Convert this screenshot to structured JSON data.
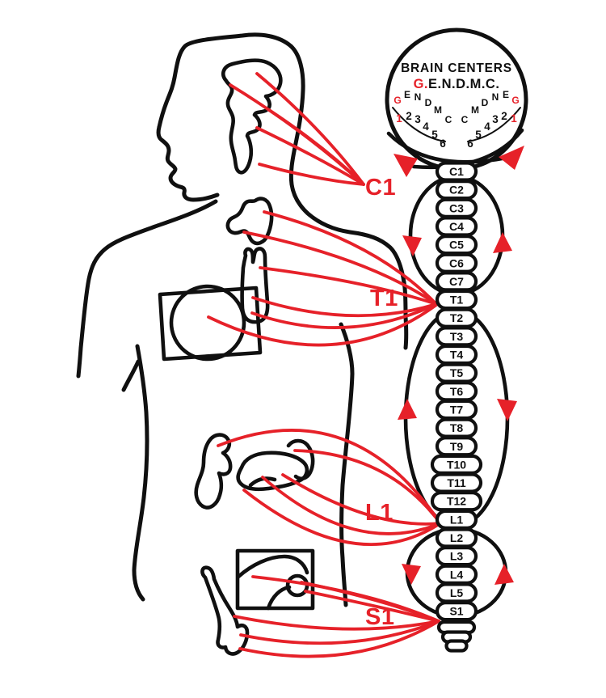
{
  "palette": {
    "ink": "#101010",
    "red": "#e62129",
    "background": "#ffffff"
  },
  "brain": {
    "title": "BRAIN CENTERS",
    "subtitle_highlight": "G.",
    "subtitle_rest": "E.N.D.M.C.",
    "fan_letters": [
      "G",
      "E",
      "N",
      "D",
      "M",
      "C"
    ],
    "fan_numbers": [
      "1",
      "2",
      "3",
      "4",
      "5",
      "6"
    ],
    "highlighted_letter": "G",
    "highlighted_number": "1"
  },
  "spine": {
    "vertebrae": [
      "C1",
      "C2",
      "C3",
      "C4",
      "C5",
      "C6",
      "C7",
      "T1",
      "T2",
      "T3",
      "T4",
      "T5",
      "T6",
      "T7",
      "T8",
      "T9",
      "T10",
      "T11",
      "T12",
      "L1",
      "L2",
      "L3",
      "L4",
      "L5",
      "S1"
    ]
  },
  "regions": [
    {
      "label": "C1"
    },
    {
      "label": "T1"
    },
    {
      "label": "L1"
    },
    {
      "label": "S1"
    }
  ]
}
